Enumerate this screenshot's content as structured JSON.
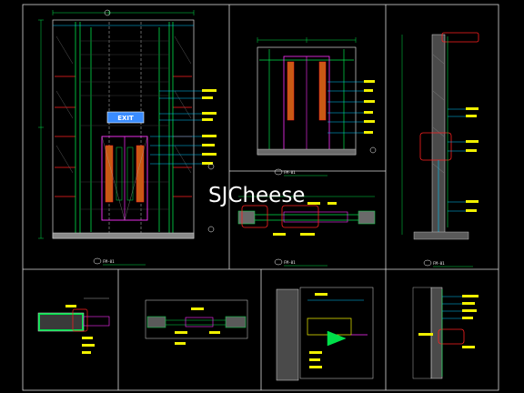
{
  "watermark": {
    "text": "SJCheese"
  },
  "elevation_main": {
    "sign_text": "EXIT"
  },
  "panels": {
    "elevation_main": {
      "title": "FM-01"
    },
    "elevation_small": {
      "title": "FM-01"
    },
    "section_side": {
      "title": "FM-01"
    },
    "plan_section": {
      "title": "FM-01"
    }
  },
  "colors": {
    "frame": "#d8d8d8",
    "cyan": "#00c8ff",
    "green": "#00e04a",
    "yellow": "#f0f000",
    "red": "#ff2020",
    "magenta": "#ff30ff",
    "orange": "#ff8a00",
    "wood": "#c85a14"
  }
}
